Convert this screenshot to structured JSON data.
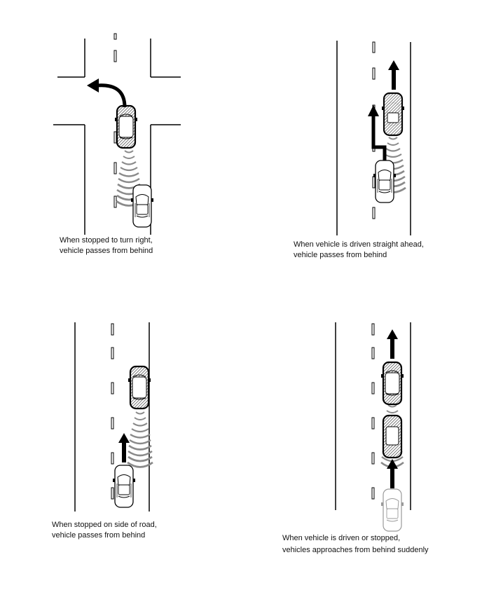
{
  "panels": [
    {
      "id": "turn-right",
      "caption": [
        "When stopped to turn right,",
        "vehicle passes from behind"
      ]
    },
    {
      "id": "straight-ahead",
      "caption": [
        "When vehicle is driven straight ahead,",
        "vehicle passes from behind"
      ]
    },
    {
      "id": "side-of-road",
      "caption": [
        "When stopped on side of road,",
        "vehicle passes from behind"
      ]
    },
    {
      "id": "approach-suddenly",
      "caption": [
        "When vehicle is driven or stopped,",
        "vehicles approaches from behind suddenly"
      ]
    }
  ],
  "colors": {
    "line": "#000000",
    "wave": "#8a8a8a",
    "hatch": "#333333",
    "faded_car": "#9a9a9a"
  }
}
